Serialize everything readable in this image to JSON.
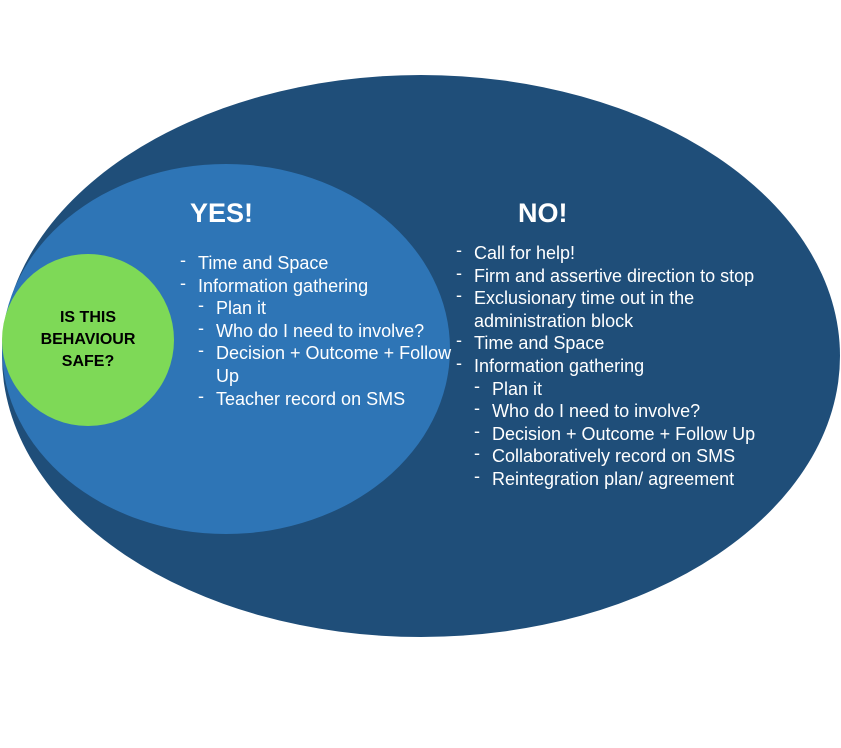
{
  "center_question": "IS THIS BEHAVIOUR SAFE?",
  "yes": {
    "heading": "YES!",
    "items": [
      {
        "level": 1,
        "text": "Time and Space"
      },
      {
        "level": 1,
        "text": "Information gathering"
      },
      {
        "level": 2,
        "text": "Plan it"
      },
      {
        "level": 2,
        "text": "Who do I need to involve?"
      },
      {
        "level": 2,
        "text": "Decision + Outcome + Follow Up"
      },
      {
        "level": 2,
        "text": "Teacher record on SMS"
      }
    ]
  },
  "no": {
    "heading": "NO!",
    "items": [
      {
        "level": 1,
        "text": "Call for help!"
      },
      {
        "level": 1,
        "text": "Firm and assertive direction to stop"
      },
      {
        "level": 1,
        "text": "Exclusionary time out in the administration block"
      },
      {
        "level": 1,
        "text": "Time and Space"
      },
      {
        "level": 1,
        "text": "Information gathering"
      },
      {
        "level": 2,
        "text": "Plan it"
      },
      {
        "level": 2,
        "text": "Who do I need to involve?"
      },
      {
        "level": 2,
        "text": "Decision + Outcome + Follow Up"
      },
      {
        "level": 2,
        "text": "Collaboratively record on SMS"
      },
      {
        "level": 2,
        "text": "Reintegration plan/ agreement"
      }
    ]
  },
  "colors": {
    "outer": "#1f4e79",
    "middle": "#2e75b6",
    "inner": "#7ed957",
    "text_light": "#ffffff",
    "text_dark": "#000000"
  }
}
